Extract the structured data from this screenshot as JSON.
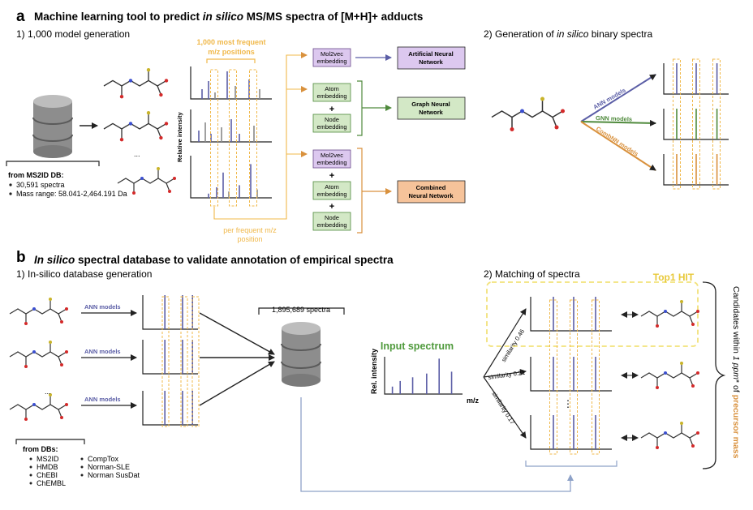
{
  "panel_a": {
    "letter": "a",
    "title_pre": "Machine learning tool to predict ",
    "title_ital": "in silico",
    "title_post": " MS/MS spectra of [M+H]+ adducts",
    "step1": "1) 1,000 model generation",
    "step2_pre": "2) Generation of ",
    "step2_ital": "in silico",
    "step2_post": " binary spectra",
    "source_title": "from MS2ID DB:",
    "source_items": [
      "30,591 spectra",
      "Mass range: 58.041-2,464.191 Da"
    ],
    "ellipsis": "...",
    "top_positions_line1": "1,000 most frequent",
    "top_positions_line2": "m/z positions",
    "ylabel": "Relative intensity",
    "per_position_line1": "per frequent m/z",
    "per_position_line2": "position",
    "embeddings": {
      "mol2vec": [
        "Mol2vec",
        "embedding"
      ],
      "atom": [
        "Atom",
        "embedding"
      ],
      "node": [
        "Node",
        "embedding"
      ],
      "plus": "+"
    },
    "models": {
      "ann": [
        "Artificial Neural",
        "Network"
      ],
      "gnn": [
        "Graph Neural",
        "Network"
      ],
      "combined": [
        "Combined",
        "Neural Network"
      ]
    },
    "arrow_labels": {
      "ann": "ANN models",
      "gnn": "GNN models",
      "comb": "CombNN models"
    }
  },
  "panel_b": {
    "letter": "b",
    "title_ital": "In silico",
    "title_post": " spectral database to validate annotation of empirical spectra",
    "step1": "1) In-silico database generation",
    "step2": "2) Matching of spectra",
    "ann_label": "ANN models",
    "ellipsis": "...",
    "db_count": "1,895,689 spectra",
    "input_spectrum": "Input spectrum",
    "rel_intensity": "Rel. intensity",
    "mz": "m/z",
    "similarities": [
      "similarity 0.46",
      "similarity 0.21",
      "similarity 0.17"
    ],
    "vdots": "⋮",
    "top_hit": "Top1 HIT",
    "candidates_pre": "Candidates within ",
    "candidates_ital": "1 ppm",
    "candidates_mid": "* of ",
    "candidates_post": "precursor mass",
    "sources_title": "from DBs:",
    "sources_col1": [
      "MS2ID",
      "HMDB",
      "ChEBI",
      "ChEMBL"
    ],
    "sources_col2": [
      "CompTox",
      "Norman-SLE",
      "Norman SusDat"
    ]
  },
  "colors": {
    "ann": "#5b5ea6",
    "gnn": "#4f8a3c",
    "comb": "#d9913d",
    "ann_fill": "#dcc8ef",
    "gnn_fill": "#d3e8c6",
    "comb_fill": "#f6c39a",
    "orange": "#f0b84a",
    "yellow": "#f2e27a",
    "link_blue": "#8ea2c8"
  }
}
